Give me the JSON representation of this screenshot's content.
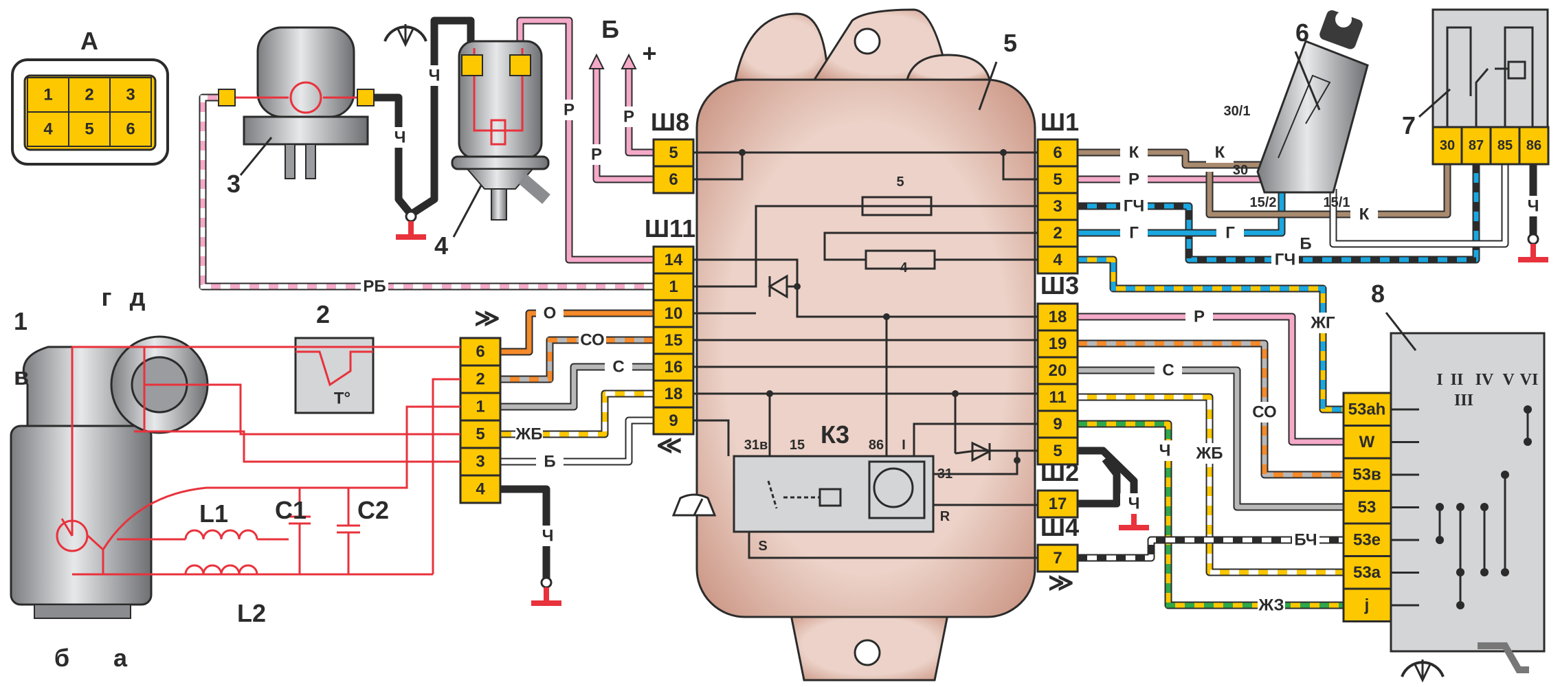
{
  "connector_a": {
    "label": "А",
    "pins": [
      "1",
      "2",
      "3",
      "4",
      "5",
      "6"
    ]
  },
  "components": {
    "c1": "1",
    "c2": "2",
    "c3": "3",
    "c4": "4",
    "c5": "5",
    "c6": "6",
    "c7": "7",
    "c8": "8"
  },
  "power": {
    "label": "Б",
    "plus": "+"
  },
  "block5": {
    "sh8": {
      "label": "Ш8",
      "pins": [
        "5",
        "6"
      ]
    },
    "sh11": {
      "label": "Ш11",
      "pins": [
        "14",
        "1",
        "10",
        "15",
        "16",
        "18",
        "9"
      ]
    },
    "sh1": {
      "label": "Ш1",
      "pins": [
        "6",
        "5",
        "3",
        "2",
        "4"
      ]
    },
    "sh3": {
      "label": "Ш3",
      "pins": [
        "18",
        "19",
        "20",
        "11",
        "9",
        "5"
      ]
    },
    "sh2": {
      "label": "Ш2",
      "pins": [
        "17"
      ]
    },
    "sh4": {
      "label": "Ш4",
      "pins": [
        "7"
      ]
    },
    "fuse_5": "5",
    "fuse_4": "4",
    "relay_k3": {
      "label": "К3",
      "t31v": "31в",
      "t15": "15",
      "t86": "86",
      "tI": "I",
      "t31": "31",
      "tR": "R",
      "tS": "S"
    }
  },
  "motor": {
    "connector_pins": [
      "6",
      "2",
      "1",
      "5",
      "3",
      "4"
    ],
    "labels": {
      "g": "г",
      "d": "д",
      "v": "в",
      "b": "б",
      "a": "а",
      "L1": "L1",
      "L2": "L2",
      "C1": "C1",
      "C2": "C2"
    }
  },
  "thermo": "T°",
  "ignition": {
    "t30_1": "30/1",
    "t30": "30",
    "t15_2": "15/2",
    "t15_1": "15/1"
  },
  "relay7": {
    "pins": [
      "30",
      "87",
      "85",
      "86"
    ]
  },
  "switch8": {
    "positions": [
      "I",
      "II",
      "III",
      "IV",
      "V",
      "VI"
    ],
    "pins": [
      "53ah",
      "W",
      "53в",
      "53",
      "53e",
      "53a",
      "j"
    ]
  },
  "wire_labels": [
    "Р",
    "Р",
    "Р",
    "Ч",
    "Ч",
    "РБ",
    "О",
    "СО",
    "С",
    "ЖБ",
    "Б",
    "Ч",
    "К",
    "Р",
    "ГЧ",
    "Г",
    "К",
    "К",
    "Г",
    "Б",
    "ГЧ",
    "Ч",
    "ЖГ",
    "Р",
    "СО",
    "С",
    "ЖБ",
    "Ч",
    "Ч",
    "БЧ",
    "ЖЗ"
  ],
  "wire_colors": {
    "Р": "#f5a9c9",
    "Б": "#ffffff",
    "Ч": "#2b2b2b",
    "О": "#f58a2a",
    "С": "#b8b8b8",
    "Ж": "#fdc800",
    "Г": "#1aa7e0",
    "К": "#a88a6e",
    "З": "#2fa84a",
    "ground": "#e8323c"
  },
  "colors": {
    "block_body": "#eccfc4",
    "connector": "#fdc800",
    "motor_circuit": "#e8323c",
    "switch_body": "#d4d5d7"
  }
}
